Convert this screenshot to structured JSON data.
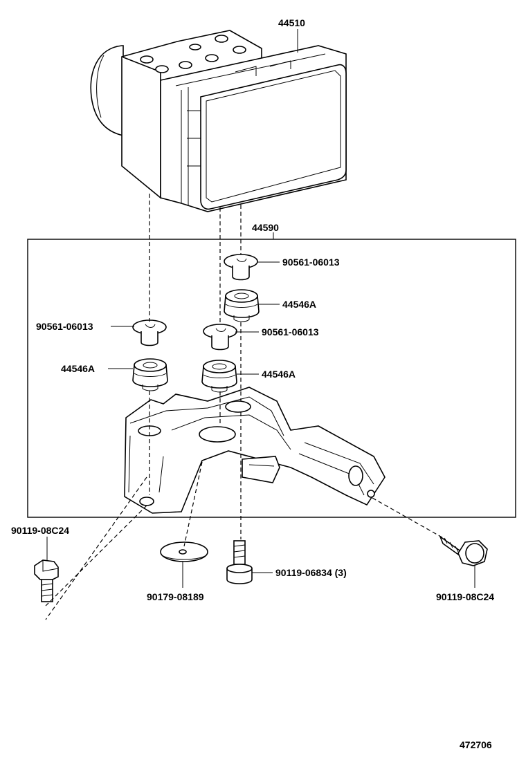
{
  "parts": {
    "actuator": "44510",
    "bracket_kit": "44590",
    "collar_top": "90561-06013",
    "cushion_right": "44546A",
    "collar_left": "90561-06013",
    "collar_mid": "90561-06013",
    "cushion_left": "44546A",
    "cushion_mid": "44546A",
    "bolt_left": "90119-08C24",
    "washer": "90179-08189",
    "stud_bolt": "90119-06834 (3)",
    "bolt_right": "90119-08C24"
  },
  "figure_number": "472706"
}
